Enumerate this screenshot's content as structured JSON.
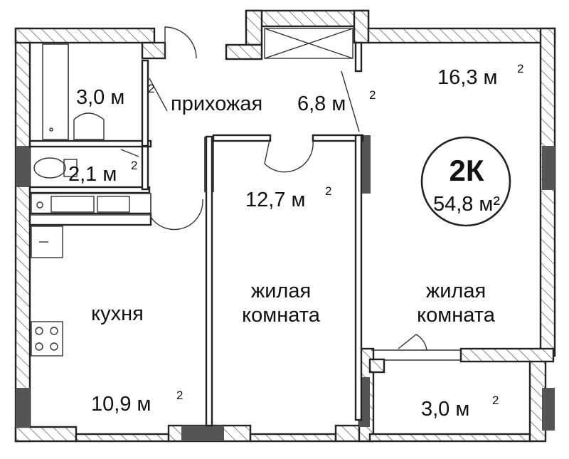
{
  "plan": {
    "rooms": {
      "bathroom": {
        "area": "3,0 м",
        "sup": "2"
      },
      "toilet": {
        "area": "2,1 м",
        "sup": "2"
      },
      "hallway": {
        "name": "прихожая",
        "area": "6,8 м",
        "sup": "2"
      },
      "room_upper_right": {
        "area": "16,3 м",
        "sup": "2"
      },
      "room_center": {
        "area": "12,7 м",
        "sup": "2",
        "name_line1": "жилая",
        "name_line2": "комната"
      },
      "room_right": {
        "name_line1": "жилая",
        "name_line2": "комната"
      },
      "kitchen": {
        "name": "кухня",
        "area": "10,9 м",
        "sup": "2"
      },
      "balcony": {
        "area": "3,0 м",
        "sup": "2"
      }
    },
    "summary": {
      "type": "2К",
      "total_area": "54,8 м²"
    }
  }
}
